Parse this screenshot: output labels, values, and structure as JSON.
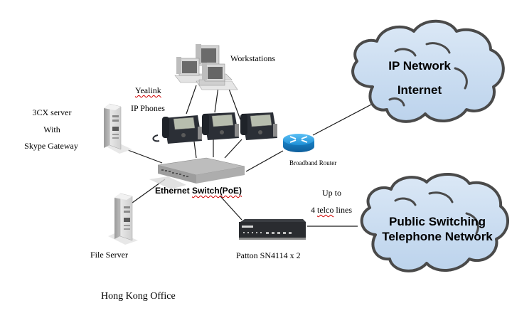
{
  "diagram": {
    "title": "Hong Kong Office",
    "colors": {
      "cloud_fill": "#c9dcf0",
      "cloud_stroke": "#4a4a4a",
      "router_blue": "#1e8fd6",
      "device_grey": "#b9b9b9",
      "phone_dark": "#2b2f36",
      "patton_dark": "#2a2c30",
      "link_line": "#1a1a1a"
    },
    "nodes": {
      "workstations": {
        "label": "Workstations",
        "icon": "workstations-icon"
      },
      "ip_phones": {
        "label_line1": "Yealink",
        "label_line2": "IP Phones",
        "count": 3,
        "icon": "ip-phone-icon"
      },
      "server_3cx": {
        "label_line1": "3CX server",
        "label_line2": "With",
        "label_line3": "Skype Gateway",
        "icon": "server-tower-icon"
      },
      "file_server": {
        "label": "File Server",
        "icon": "server-tower-icon"
      },
      "switch": {
        "label": "Ethernet Switch(PoE)",
        "icon": "ethernet-switch-icon"
      },
      "router": {
        "label": "Broadband Router",
        "icon": "router-icon"
      },
      "patton": {
        "label": "Patton SN4114 x 2",
        "icon": "voip-gateway-icon"
      },
      "ip_cloud": {
        "line1": "IP Network",
        "line2": "Internet",
        "icon": "cloud-icon"
      },
      "pstn_cloud": {
        "line1": "Public Switching",
        "line2": "Telephone Network",
        "icon": "cloud-icon"
      }
    },
    "links": {
      "telco_label_line1": "Up to",
      "telco_label_line2": "4 telco lines"
    },
    "connections": [
      [
        "workstations",
        "phone-1"
      ],
      [
        "workstations",
        "phone-2"
      ],
      [
        "workstations",
        "phone-3"
      ],
      [
        "phone-1",
        "switch"
      ],
      [
        "phone-2",
        "switch"
      ],
      [
        "phone-3",
        "switch"
      ],
      [
        "server_3cx",
        "switch"
      ],
      [
        "file_server",
        "switch"
      ],
      [
        "switch",
        "router"
      ],
      [
        "router",
        "ip_cloud"
      ],
      [
        "switch",
        "patton"
      ],
      [
        "patton",
        "pstn_cloud"
      ]
    ]
  }
}
